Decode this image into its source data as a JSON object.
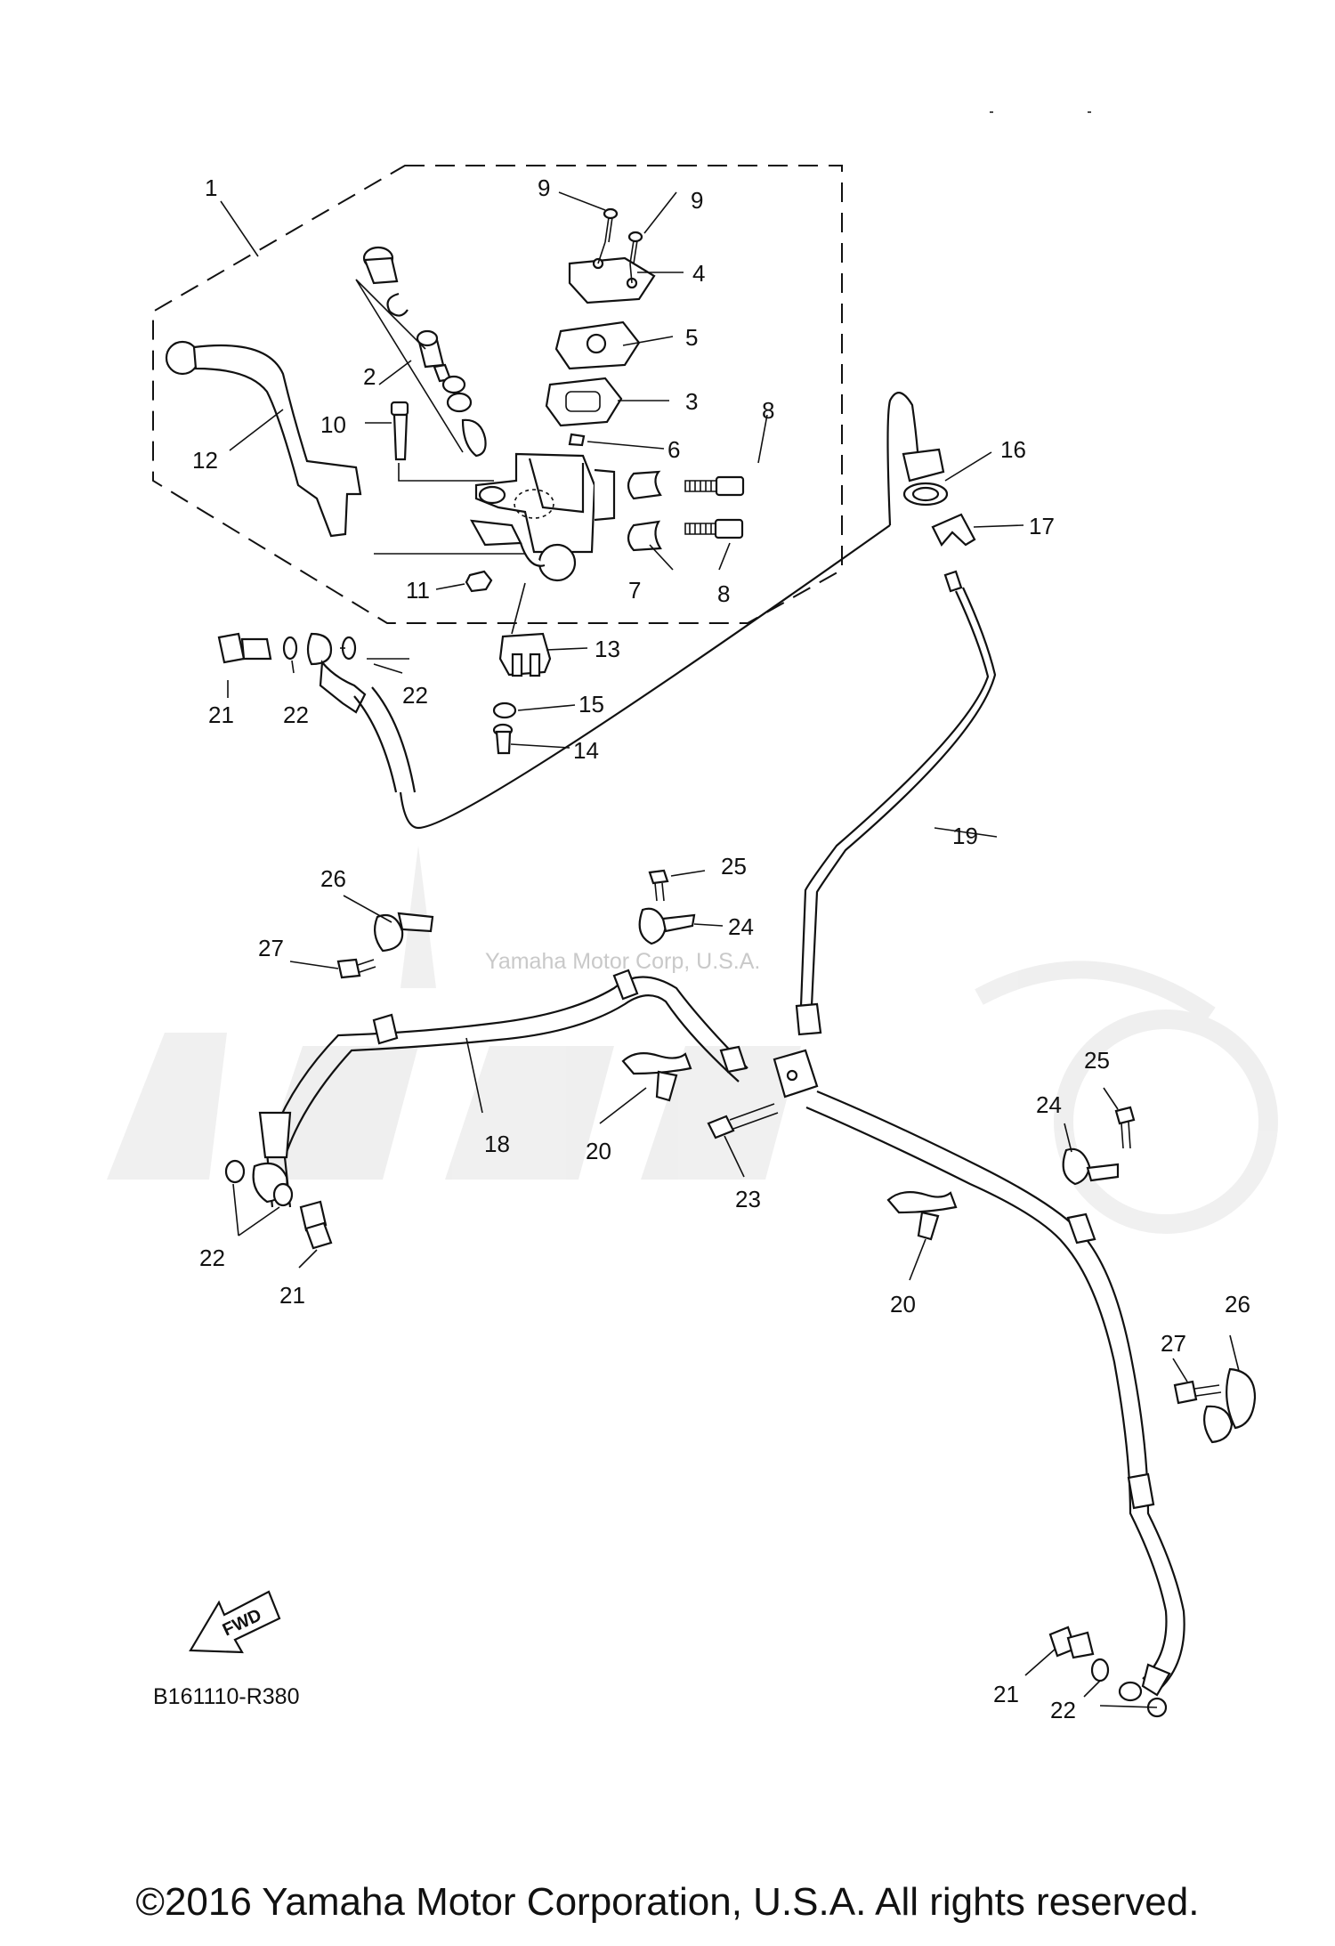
{
  "watermark": {
    "text": "Yamaha Motor Corp, U.S.A."
  },
  "diagram_code": "B161110-R380",
  "fwd_label": "FWD",
  "callouts": {
    "c1": "1",
    "c2": "2",
    "c3": "3",
    "c4": "4",
    "c5": "5",
    "c6": "6",
    "c7": "7",
    "c8a": "8",
    "c8b": "8",
    "c9a": "9",
    "c9b": "9",
    "c10": "10",
    "c11": "11",
    "c12": "12",
    "c13": "13",
    "c14": "14",
    "c15": "15",
    "c16": "16",
    "c17": "17",
    "c18": "18",
    "c19": "19",
    "c20a": "20",
    "c20b": "20",
    "c21a": "21",
    "c21b": "21",
    "c21c": "21",
    "c22a": "22",
    "c22b": "22",
    "c22c": "22",
    "c22d": "22",
    "c23": "23",
    "c24a": "24",
    "c24b": "24",
    "c25a": "25",
    "c25b": "25",
    "c26a": "26",
    "c26b": "26",
    "c27a": "27",
    "c27b": "27"
  },
  "copyright": "©2016 Yamaha Motor Corporation, U.S.A. All rights reserved."
}
